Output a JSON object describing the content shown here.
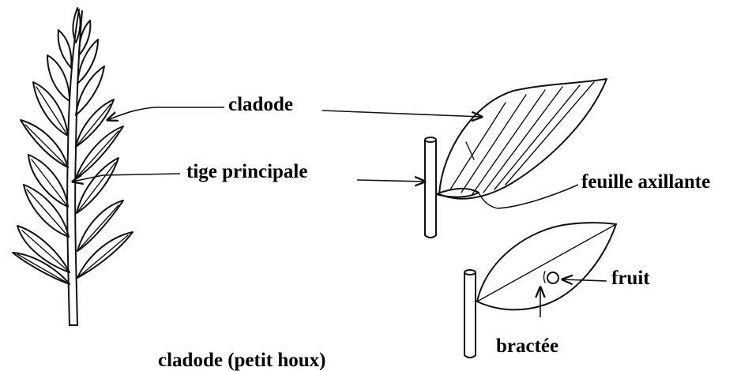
{
  "labels": {
    "cladode": "cladode",
    "tige_principale": "tige principale",
    "feuille_axillante": "feuille axillante",
    "fruit": "fruit",
    "bractee": "bractée",
    "caption": "cladode (petit houx)"
  },
  "colors": {
    "ink": "#111111",
    "background": "#ffffff"
  }
}
